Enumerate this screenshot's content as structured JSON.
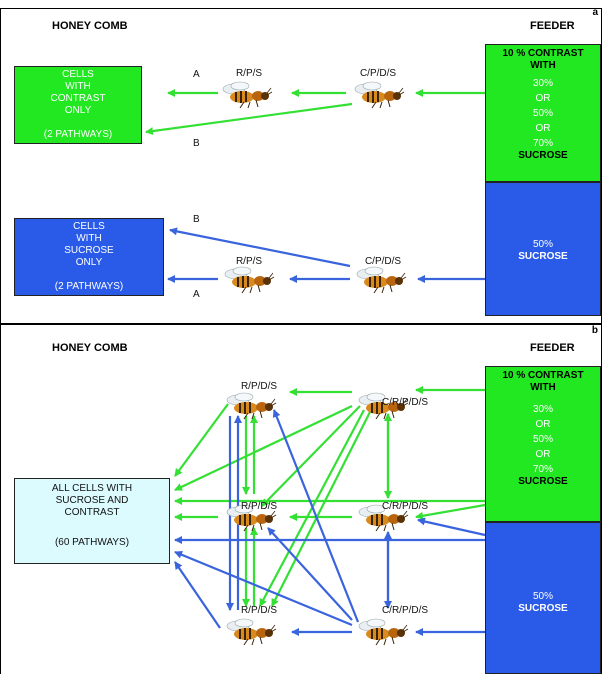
{
  "colors": {
    "green": "#22e822",
    "blue": "#2a5be8",
    "arrow_green": "#33e033",
    "arrow_blue": "#3a64dd",
    "comb_b": "#dcfbff"
  },
  "panel_a": {
    "label": "a",
    "honey_comb": "HONEY COMB",
    "feeder": "FEEDER",
    "contrast_cells": [
      "CELLS",
      "WITH",
      "CONTRAST",
      "ONLY",
      "",
      "(2 PATHWAYS)"
    ],
    "sucrose_cells": [
      "CELLS",
      "WITH",
      "SUCROSE",
      "ONLY",
      "",
      "(2 PATHWAYS)"
    ],
    "feeder_green": [
      "10 % CONTRAST",
      "WITH",
      "30%",
      "OR",
      "50%",
      "OR",
      "70%",
      "SUCROSE"
    ],
    "feeder_blue": [
      "50%",
      "SUCROSE"
    ],
    "bees_top": [
      "R/P/S",
      "C/P/D/S"
    ],
    "bees_bottom": [
      "R/P/S",
      "C/P/D/S"
    ],
    "path_letters": {
      "top_a": "A",
      "top_b": "B",
      "bottom_b": "B",
      "bottom_a": "A"
    }
  },
  "panel_b": {
    "label": "b",
    "honey_comb": "HONEY COMB",
    "feeder": "FEEDER",
    "all_cells": [
      "ALL CELLS WITH",
      "SUCROSE AND",
      "CONTRAST",
      "",
      "(60 PATHWAYS)"
    ],
    "feeder_green": [
      "10 % CONTRAST",
      "WITH",
      "30%",
      "OR",
      "50%",
      "OR",
      "70%",
      "SUCROSE"
    ],
    "feeder_blue": [
      "50%",
      "SUCROSE"
    ],
    "bees_left": [
      "R/P/D/S",
      "R/P/D/S",
      "R/P/D/S"
    ],
    "bees_right": [
      "C/R/P/D/S",
      "C/R/P/D/S",
      "C/R/P/D/S"
    ]
  }
}
